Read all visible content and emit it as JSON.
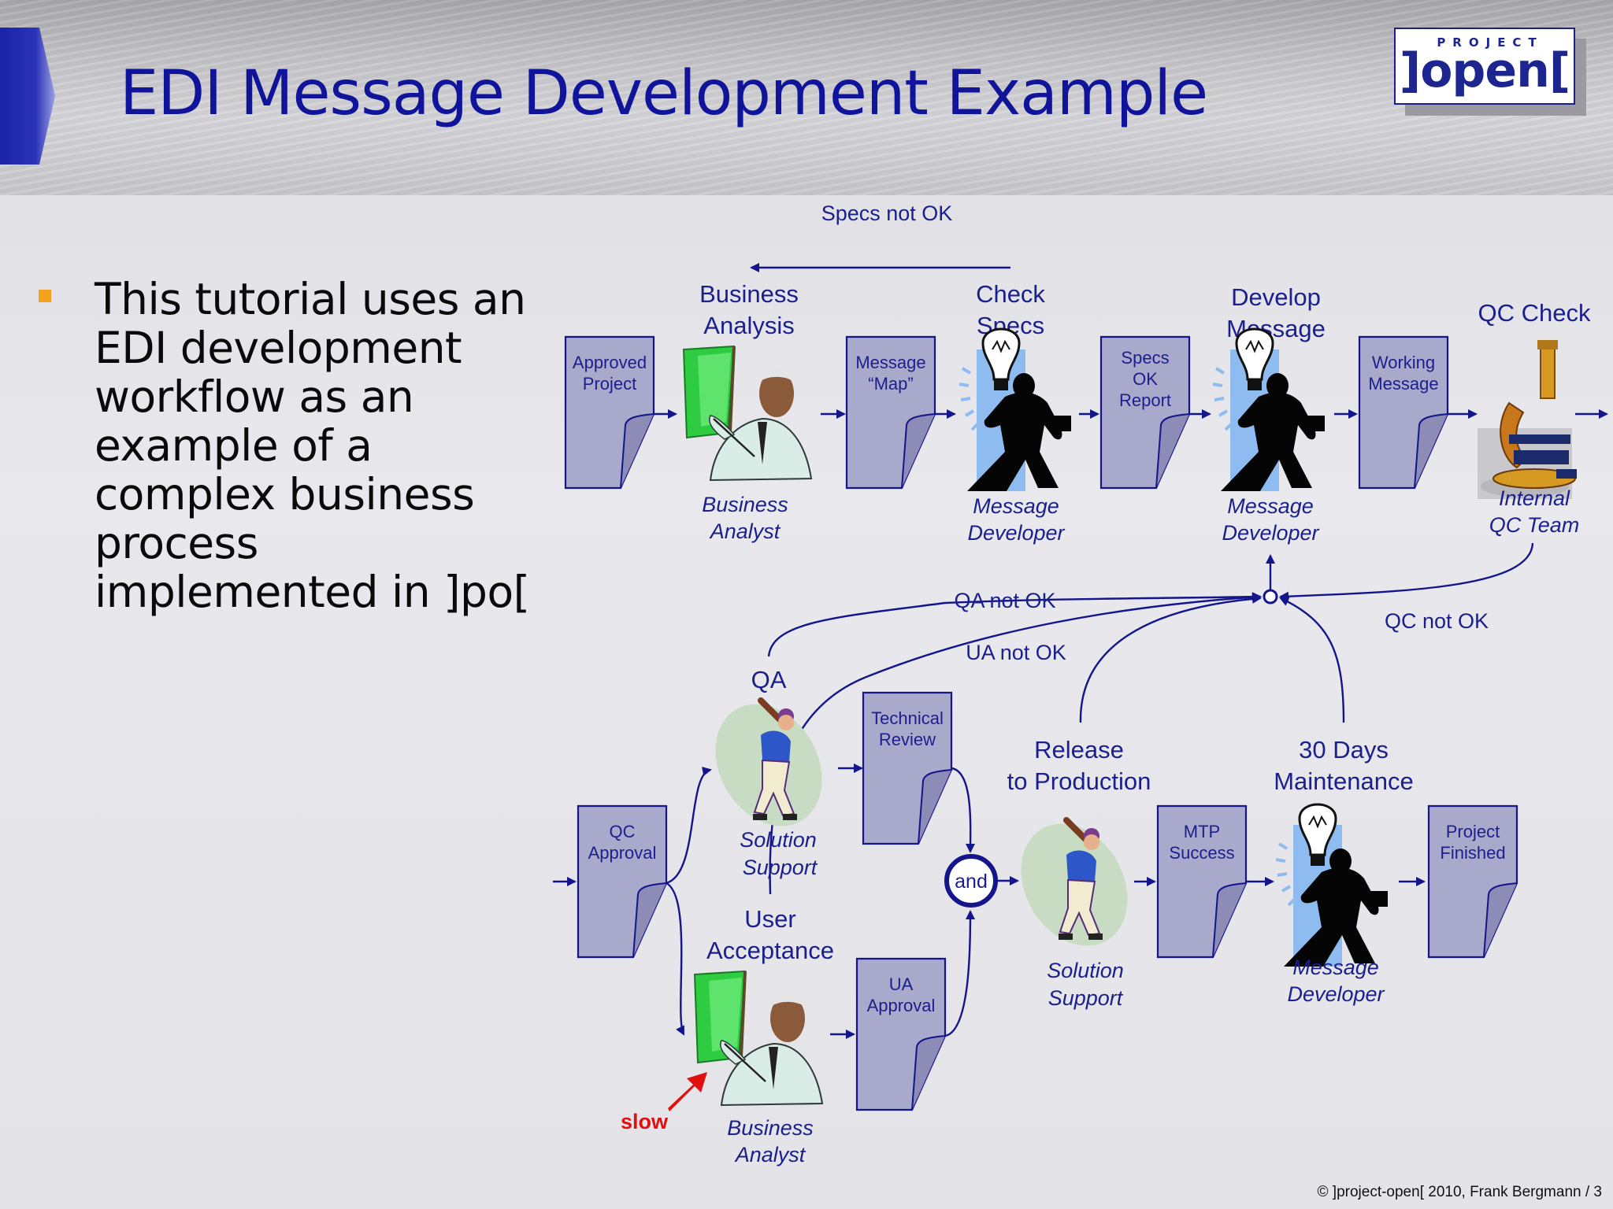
{
  "slide": {
    "title": "EDI Message Development Example",
    "bullet": "This tutorial uses an EDI development workflow as an example of a complex business process implemented in ]po[",
    "footer": "© ]project-open[ 2010, Frank Bergmann / 3"
  },
  "logo": {
    "top": "PROJECT",
    "main": "]open["
  },
  "colors": {
    "title": "#10149a",
    "flow": "#14148c",
    "document": "#a9a9cc",
    "bullet": "#f4a21c",
    "slow": "#e01010"
  },
  "diagram": {
    "tasks": {
      "business_analysis": "Business Analysis",
      "check_specs": "Check Specs",
      "develop_message": "Develop Message",
      "qc_check": "QC Check",
      "qa": "QA",
      "user_acceptance": "User Acceptance",
      "release": "Release to Production",
      "maintenance": "30 Days Maintenance"
    },
    "documents": {
      "approved_project": "Approved Project",
      "message_map": "Message “Map”",
      "specs_ok_report": "Specs OK Report",
      "working_message": "Working Message",
      "qc_approval": "QC Approval",
      "technical_review": "Technical Review",
      "ua_approval": "UA Approval",
      "mtp_success": "MTP Success",
      "project_finished": "Project Finished"
    },
    "roles": {
      "business_analyst": "Business Analyst",
      "message_developer": "Message Developer",
      "internal_qc_team": "Internal QC Team",
      "solution_support": "Solution Support"
    },
    "edges": {
      "specs_not_ok": "Specs not OK",
      "qa_not_ok": "QA not OK",
      "ua_not_ok": "UA not OK",
      "qc_not_ok": "QC not OK",
      "and_join": "and",
      "slow": "slow"
    },
    "icons": [
      "business-analyst-icon",
      "message-developer-icon",
      "microscope-icon",
      "baseball-player-icon",
      "slow-arrow-icon"
    ]
  }
}
